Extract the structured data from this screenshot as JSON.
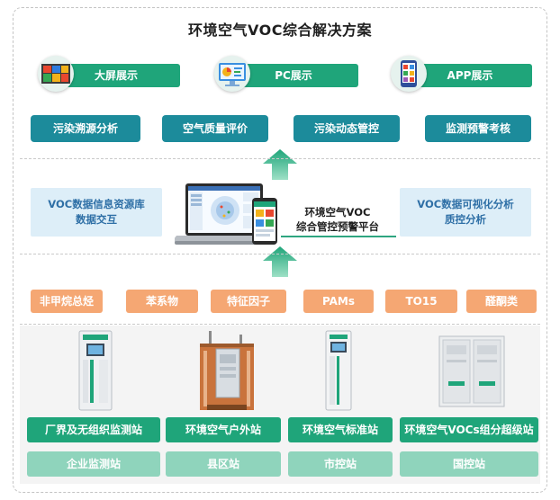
{
  "title": "环境空气VOC综合解决方案",
  "displays": [
    {
      "label": "大屏展示",
      "icon": "video-wall-icon"
    },
    {
      "label": "PC展示",
      "icon": "monitor-chart-icon"
    },
    {
      "label": "APP展示",
      "icon": "mobile-app-icon"
    }
  ],
  "functions": [
    "污染溯源分析",
    "空气质量评价",
    "污染动态管控",
    "监测预警考核"
  ],
  "platform": {
    "left_box": [
      "VOC数据信息资源库",
      "数据交互"
    ],
    "name_line1": "环境空气VOC",
    "name_line2": "综合管控预警平台",
    "right_box": [
      "VOC数据可视化分析",
      "质控分析"
    ]
  },
  "pollutants": [
    "非甲烷总烃",
    "苯系物",
    "特征因子",
    "PAMs",
    "TO15",
    "醛酮类"
  ],
  "stations": [
    {
      "label": "厂界及无组织监测站",
      "level": "企业监测站"
    },
    {
      "label": "环境空气户外站",
      "level": "县区站"
    },
    {
      "label": "环境空气标准站",
      "level": "市控站"
    },
    {
      "label": "环境空气VOCs组分超级站",
      "level": "国控站"
    }
  ],
  "colors": {
    "green": "#1fa57a",
    "teal": "#1c8b9b",
    "orange": "#f5a773",
    "light_green": "#8fd4bc",
    "light_blue": "#ddeef8"
  }
}
